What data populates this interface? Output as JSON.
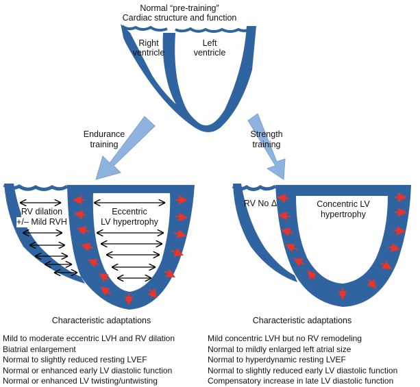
{
  "top_heart": {
    "title_line1": "Normal “pre-training”",
    "title_line2": "Cardiac structure and function",
    "rv_label_line1": "Right",
    "rv_label_line2": "ventricle",
    "lv_label_line1": "Left",
    "lv_label_line2": "ventricle"
  },
  "arrows": {
    "left_line1": "Endurance",
    "left_line2": "training",
    "right_line1": "Strength",
    "right_line2": "training"
  },
  "endurance_heart": {
    "rv_label_line1": "RV dilation",
    "rv_label_line2": "+/– Mild RVH",
    "lv_label_line1": "Eccentric",
    "lv_label_line2": "LV hypertrophy"
  },
  "strength_heart": {
    "rv_label": "RV No Δ",
    "lv_label_line1": "Concentric LV",
    "lv_label_line2": "hypertrophy"
  },
  "endurance_adaptations": {
    "heading": "Characteristic adaptations",
    "items": [
      "Mild to moderate eccentric LVH and RV dilation",
      "Biatrial enlargement",
      "Normal to slightly reduced resting LVEF",
      "Normal or enhanced early LV diastolic function",
      "Normal or enhanced LV twisting/untwisting"
    ]
  },
  "strength_adaptations": {
    "heading": "Characteristic adaptations",
    "items": [
      "Mild concentric LVH but no RV remodeling",
      "Normal to mildly enlarged left atrial size",
      "Normal to hyperdynamic resting LVEF",
      "Normal to slightly reduced early LV diastolic function",
      "Compensatory increase in late LV diastolic function"
    ]
  },
  "colors": {
    "wall": "#2f64a0",
    "arrow_fill": "#8fb3df",
    "red_arrow": "#e8352b"
  }
}
